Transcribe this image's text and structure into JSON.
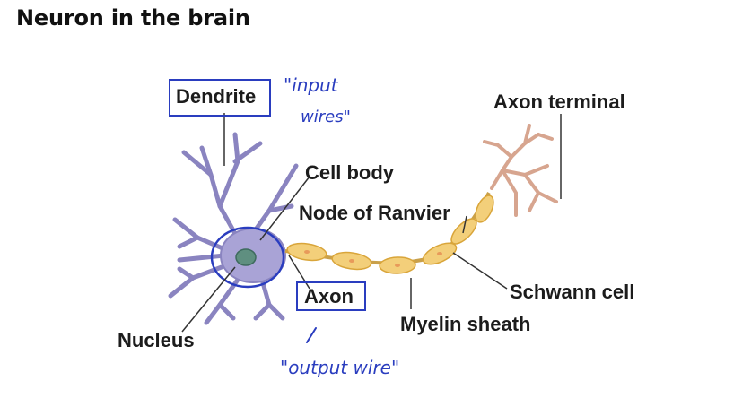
{
  "title": "Neuron in the brain",
  "labels": {
    "dendrite": "Dendrite",
    "axon_terminal": "Axon terminal",
    "cell_body": "Cell body",
    "node_of_ranvier": "Node of Ranvier",
    "axon": "Axon",
    "schwann_cell": "Schwann cell",
    "nucleus": "Nucleus",
    "myelin_sheath": "Myelin sheath"
  },
  "annotations": {
    "input_line1": "\"input",
    "input_line2": "wires\"",
    "output": "\"output wire\""
  },
  "colors": {
    "neuron": "#a9a3d6",
    "neuron_edge": "#8a84c0",
    "myelin": "#f3cf7a",
    "myelin_edge": "#d9a53a",
    "ink": "#2a3dbf",
    "terminal": "#d7a58f"
  }
}
